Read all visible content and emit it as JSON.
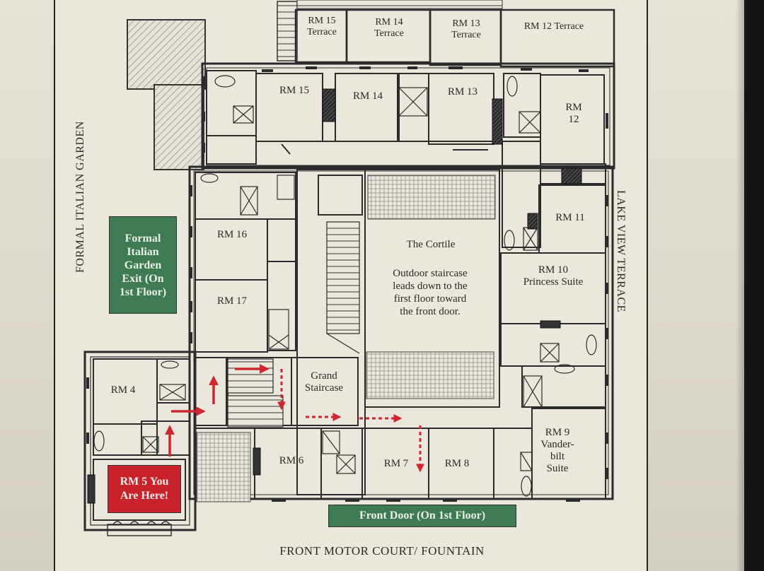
{
  "rooms": {
    "rm15_terrace": [
      "RM 15",
      "Terrace"
    ],
    "rm14_terrace": [
      "RM 14",
      "Terrace"
    ],
    "rm13_terrace": [
      "RM 13",
      "Terrace"
    ],
    "rm12_terrace": "RM 12 Terrace",
    "rm15": "RM 15",
    "rm14": "RM 14",
    "rm13": "RM 13",
    "rm12": [
      "RM",
      "12"
    ],
    "rm11": "RM 11",
    "rm10": [
      "RM 10",
      "Princess Suite"
    ],
    "rm16": "RM 16",
    "rm17": "RM 17",
    "rm4": "RM 4",
    "rm6": "RM 6",
    "rm7": "RM 7",
    "rm8": "RM 8",
    "rm9": [
      "RM 9",
      "Vander-",
      "bilt",
      "Suite"
    ]
  },
  "cortile": {
    "title": "The Cortile",
    "description": [
      "Outdoor staircase",
      "leads down to the",
      "first floor toward",
      "the front door."
    ]
  },
  "grand_staircase": [
    "Grand",
    "Staircase"
  ],
  "side_labels": {
    "left": "FORMAL ITALIAN GARDEN",
    "right": "LAKE VIEW TERRACE",
    "bottom": "FRONT MOTOR COURT/ FOUNTAIN"
  },
  "callouts": {
    "garden_exit": [
      "Formal",
      "Italian",
      "Garden",
      "Exit (On",
      "1st Floor)"
    ],
    "you_are_here": [
      "RM 5 You",
      "Are Here!"
    ],
    "front_door": "Front Door (On 1st Floor)"
  },
  "colors": {
    "walls": "#2b2b2b",
    "paper": "#ebe7dd",
    "callout_green": "#3e7a52",
    "you_are_here_red": "#c8222a",
    "route_arrows": "#d0262f"
  },
  "icons": {
    "route": "red-arrow-icon",
    "stairs": "staircase-icon",
    "bath": "bathtub-icon"
  }
}
